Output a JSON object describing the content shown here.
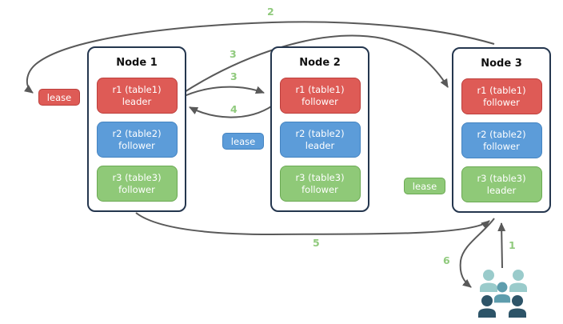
{
  "nodes": [
    {
      "title": "Node 1",
      "replicas": [
        {
          "name": "r1 (table1)",
          "role": "leader",
          "color": "red"
        },
        {
          "name": "r2 (table2)",
          "role": "follower",
          "color": "blue"
        },
        {
          "name": "r3 (table3)",
          "role": "follower",
          "color": "green"
        }
      ]
    },
    {
      "title": "Node 2",
      "replicas": [
        {
          "name": "r1 (table1)",
          "role": "follower",
          "color": "red"
        },
        {
          "name": "r2 (table2)",
          "role": "leader",
          "color": "blue"
        },
        {
          "name": "r3 (table3)",
          "role": "follower",
          "color": "green"
        }
      ]
    },
    {
      "title": "Node 3",
      "replicas": [
        {
          "name": "r1 (table1)",
          "role": "follower",
          "color": "red"
        },
        {
          "name": "r2 (table2)",
          "role": "follower",
          "color": "blue"
        },
        {
          "name": "r3 (table3)",
          "role": "leader",
          "color": "green"
        }
      ]
    }
  ],
  "leases": [
    {
      "label": "lease",
      "color": "red"
    },
    {
      "label": "lease",
      "color": "blue"
    },
    {
      "label": "lease",
      "color": "green"
    }
  ],
  "arrow_labels": {
    "l1": "1",
    "l2": "2",
    "l3a": "3",
    "l3b": "3",
    "l4": "4",
    "l5": "5",
    "l6": "6"
  },
  "icons": {
    "clients": "people-group-icon"
  },
  "colors": {
    "red_fill": "#de5b56",
    "red_border": "#bd3f3c",
    "blue_fill": "#5c9cd9",
    "blue_border": "#4584c1",
    "green_fill": "#8fc978",
    "green_border": "#6ba953",
    "node_border": "#24364e",
    "arrow_gray": "#595959",
    "label_green": "#90ca7d",
    "people_light_teal": "#9acbcb",
    "people_mid_teal": "#5e9dad",
    "people_dark_slate": "#2d5468"
  }
}
